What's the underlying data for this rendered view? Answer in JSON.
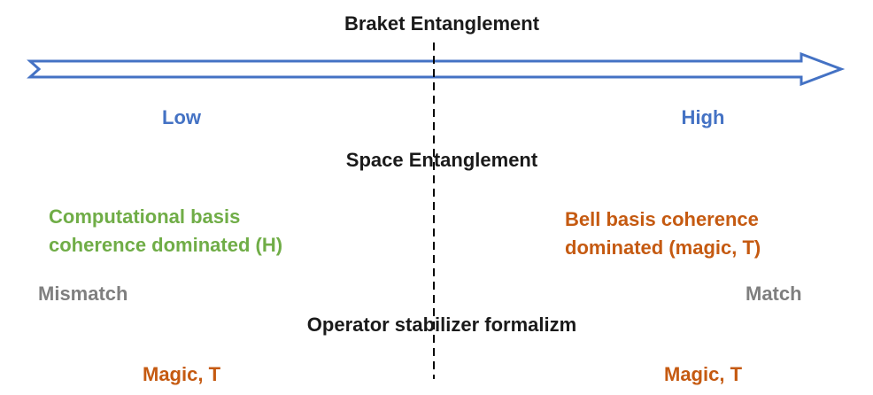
{
  "title": "Braket Entanglement",
  "axis": {
    "low_label": "Low",
    "high_label": "High"
  },
  "space_heading": "Space Entanglement",
  "left_description": [
    "Computational basis",
    "coherence dominated (H)"
  ],
  "right_description": [
    "Bell basis coherence",
    "dominated (magic, T)"
  ],
  "left_status": "Mismatch",
  "right_status": "Match",
  "operator_heading": "Operator stabilizer formalizm",
  "left_resource": "Magic, T",
  "right_resource": "Magic, T",
  "colors": {
    "blue": "#4472C4",
    "green": "#70AD47",
    "orange": "#C55A11",
    "gray": "#7F7F7F",
    "black": "#1a1a1a"
  }
}
